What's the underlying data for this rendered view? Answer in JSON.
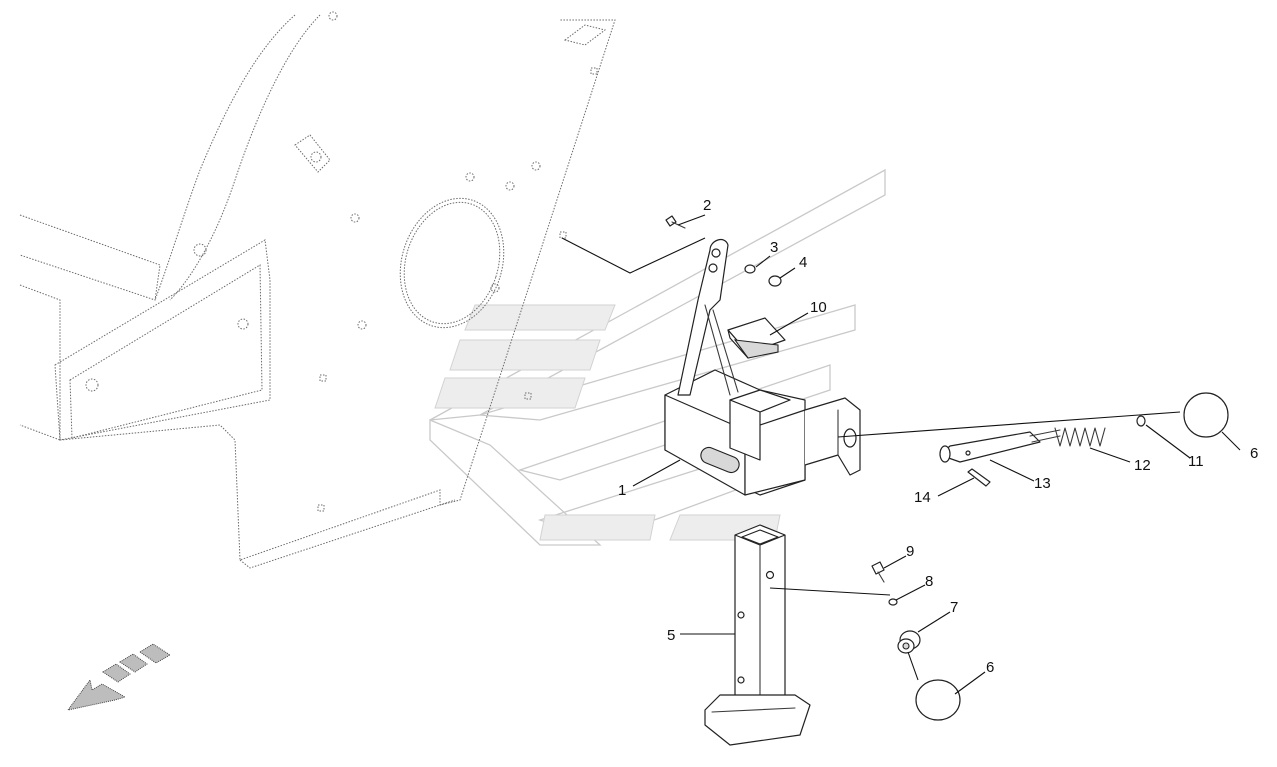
{
  "diagram": {
    "callouts": [
      {
        "id": "c1",
        "label": "1"
      },
      {
        "id": "c2",
        "label": "2"
      },
      {
        "id": "c3",
        "label": "3"
      },
      {
        "id": "c4",
        "label": "4"
      },
      {
        "id": "c5",
        "label": "5"
      },
      {
        "id": "c6a",
        "label": "6"
      },
      {
        "id": "c6b",
        "label": "6"
      },
      {
        "id": "c7",
        "label": "7"
      },
      {
        "id": "c8",
        "label": "8"
      },
      {
        "id": "c9",
        "label": "9"
      },
      {
        "id": "c10",
        "label": "10"
      },
      {
        "id": "c11",
        "label": "11"
      },
      {
        "id": "c12",
        "label": "12"
      },
      {
        "id": "c13",
        "label": "13"
      },
      {
        "id": "c14",
        "label": "14"
      }
    ],
    "direction_marker_icon": "forward-direction-arrow-icon",
    "line_color": "#222222",
    "watermark_color": "#d0d0d0"
  }
}
